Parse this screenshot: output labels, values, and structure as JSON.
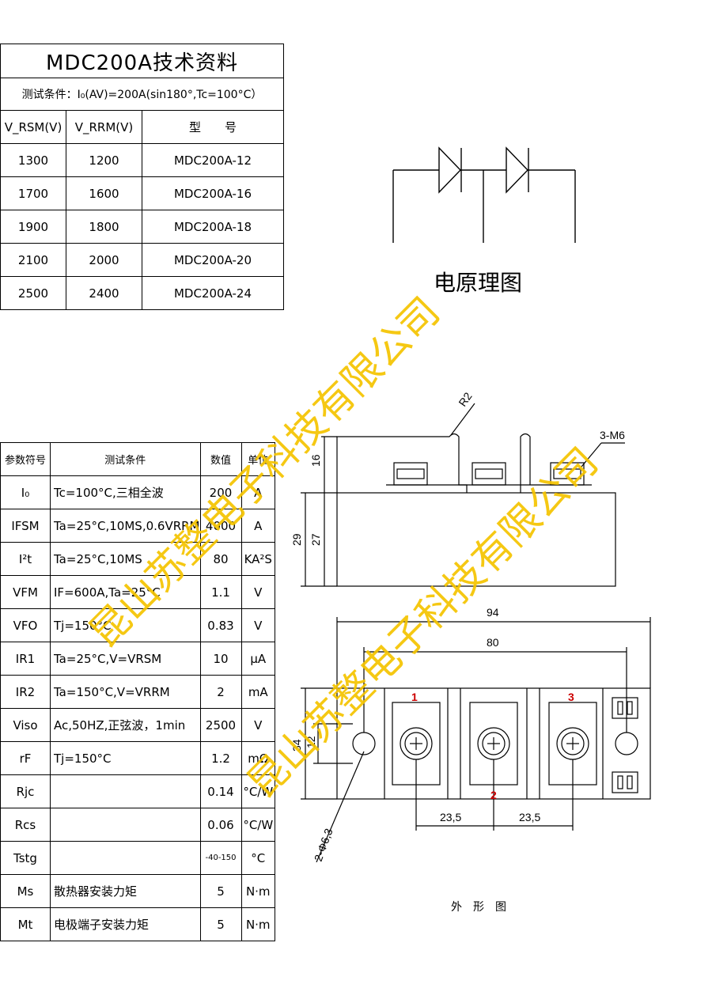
{
  "title": "MDC200A技术资料",
  "test_condition": "测试条件：I₀(AV)=200A(sin180°,Tc=100°C）",
  "rating_table": {
    "headers": [
      "V_RSM(V)",
      "V_RRM(V)",
      "型　　号"
    ],
    "rows": [
      [
        "1300",
        "1200",
        "MDC200A-12"
      ],
      [
        "1700",
        "1600",
        "MDC200A-16"
      ],
      [
        "1900",
        "1800",
        "MDC200A-18"
      ],
      [
        "2100",
        "2000",
        "MDC200A-20"
      ],
      [
        "2500",
        "2400",
        "MDC200A-24"
      ]
    ]
  },
  "circuit_caption": "电原理图",
  "param_table": {
    "headers": [
      "参数符号",
      "测试条件",
      "数值",
      "单位"
    ],
    "rows": [
      [
        "I₀",
        "Tc=100°C,三相全波",
        "200",
        "A"
      ],
      [
        "IFSM",
        "Ta=25°C,10MS,0.6VRRM",
        "4000",
        "A"
      ],
      [
        "I²t",
        "Ta=25°C,10MS",
        "80",
        "KA²S"
      ],
      [
        "VFM",
        "IF=600A,Ta=25°C",
        "1.1",
        "V"
      ],
      [
        "VFO",
        "Tj=150°C",
        "0.83",
        "V"
      ],
      [
        "IR1",
        "Ta=25°C,V=VRSM",
        "10",
        "μA"
      ],
      [
        "IR2",
        "Ta=150°C,V=VRRM",
        "2",
        "mA"
      ],
      [
        "Viso",
        "Ac,50HZ,正弦波，1min",
        "2500",
        "V"
      ],
      [
        "rF",
        "Tj=150°C",
        "1.2",
        "mΩ"
      ],
      [
        "Rjc",
        "",
        "0.14",
        "°C/W"
      ],
      [
        "Rcs",
        "",
        "0.06",
        "°C/W"
      ],
      [
        "Tstg",
        "",
        "-40-150",
        "°C"
      ],
      [
        "Ms",
        "散热器安装力矩",
        "5",
        "N·m"
      ],
      [
        "Mt",
        "电极端子安装力矩",
        "5",
        "N·m"
      ]
    ]
  },
  "drawing": {
    "dim_r2": "R2",
    "dim_m6": "3-M6",
    "dim_16": "16",
    "dim_29": "29",
    "dim_27": "27",
    "dim_94": "94",
    "dim_80": "80",
    "dim_34": "34",
    "dim_12": "12",
    "dim_23_5_a": "23,5",
    "dim_23_5_b": "23,5",
    "dim_hole": "2-Φ6,3",
    "terminal_1": "1",
    "terminal_2": "2",
    "terminal_3": "3",
    "caption": "外　形　图"
  },
  "watermarks": [
    "昆山苏整电子科技有限公司",
    "昆山苏整电子科技有限公司"
  ],
  "colors": {
    "watermark": "#f5c400",
    "terminal_label": "#cc0000"
  }
}
